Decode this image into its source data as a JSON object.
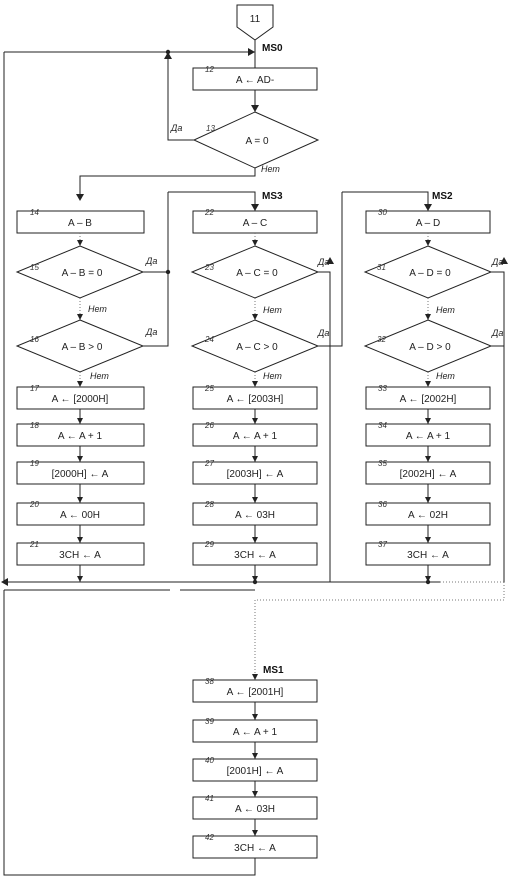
{
  "connector": "11",
  "markers": {
    "ms0": "MS0",
    "ms3": "MS3",
    "ms2": "MS2",
    "ms1": "MS1"
  },
  "yes": "Да",
  "no": "Нет",
  "top": {
    "b12": {
      "num": "12",
      "text": "A ← AD-"
    },
    "d13": {
      "num": "13",
      "text": "A = 0"
    }
  },
  "col1": [
    {
      "num": "14",
      "text": "A – B"
    },
    {
      "num": "15",
      "text": "A – B = 0"
    },
    {
      "num": "16",
      "text": "A – B > 0"
    },
    {
      "num": "17",
      "text": "A ← [2000H]"
    },
    {
      "num": "18",
      "text": "A ← A + 1"
    },
    {
      "num": "19",
      "text": "[2000H] ← A"
    },
    {
      "num": "20",
      "text": "A ← 00H"
    },
    {
      "num": "21",
      "text": "3CH ← A"
    }
  ],
  "col2": [
    {
      "num": "22",
      "text": "A – C"
    },
    {
      "num": "23",
      "text": "A – C = 0"
    },
    {
      "num": "24",
      "text": "A – C > 0"
    },
    {
      "num": "25",
      "text": "A ← [2003H]"
    },
    {
      "num": "26",
      "text": "A ← A + 1"
    },
    {
      "num": "27",
      "text": "[2003H] ← A"
    },
    {
      "num": "28",
      "text": "A ← 03H"
    },
    {
      "num": "29",
      "text": "3CH ← A"
    }
  ],
  "col3": [
    {
      "num": "30",
      "text": "A – D"
    },
    {
      "num": "31",
      "text": "A – D = 0"
    },
    {
      "num": "32",
      "text": "A – D > 0"
    },
    {
      "num": "33",
      "text": "A ← [2002H]"
    },
    {
      "num": "34",
      "text": "A ← A + 1"
    },
    {
      "num": "35",
      "text": "[2002H] ← A"
    },
    {
      "num": "36",
      "text": "A ← 02H"
    },
    {
      "num": "37",
      "text": "3CH ← A"
    }
  ],
  "ms1": [
    {
      "num": "38",
      "text": "A ← [2001H]"
    },
    {
      "num": "39",
      "text": "A ← A + 1"
    },
    {
      "num": "40",
      "text": "[2001H] ← A"
    },
    {
      "num": "41",
      "text": "A ← 03H"
    },
    {
      "num": "42",
      "text": "3CH ← A"
    }
  ]
}
